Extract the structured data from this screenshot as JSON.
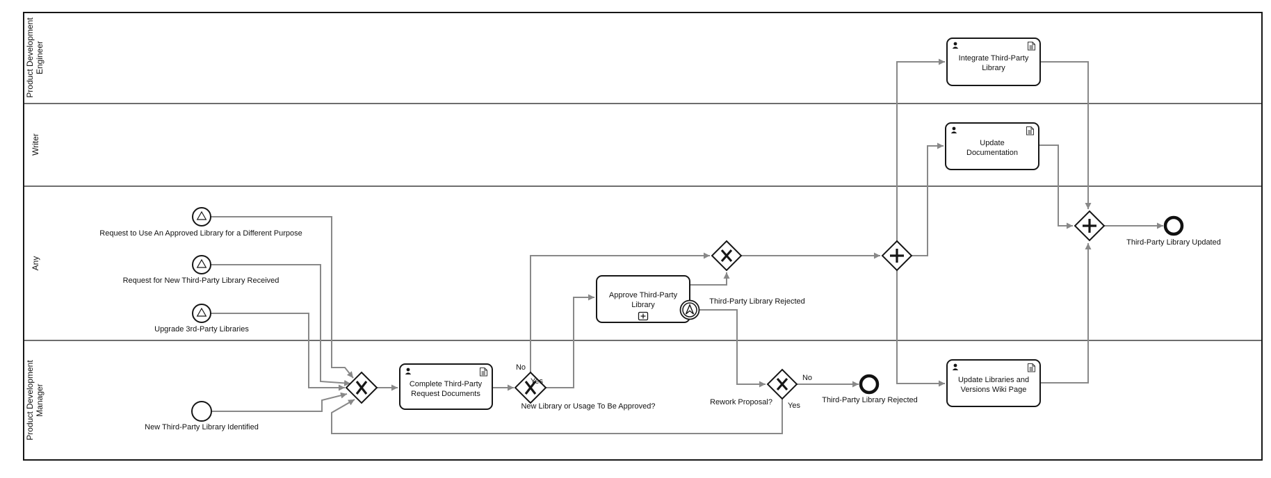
{
  "diagram_type": "BPMN swimlane process diagram",
  "colors": {
    "flow": "#888888",
    "shape_stroke": "#161616",
    "background": "#ffffff"
  },
  "lanes": [
    {
      "label": "Product Development Engineer",
      "line1": "Product Development",
      "line2": "Engineer"
    },
    {
      "label": "Writer",
      "line1": "Writer"
    },
    {
      "label": "Any",
      "line1": "Any"
    },
    {
      "label": "Product Development Manager",
      "line1": "Product Development",
      "line2": "Manager"
    }
  ],
  "start_events": [
    {
      "kind": "signal",
      "label": "Request to Use An Approved Library for a Different Purpose"
    },
    {
      "kind": "signal",
      "label": "Request for New Third-Party Library Received"
    },
    {
      "kind": "signal",
      "label": "Upgrade 3rd-Party Libraries"
    },
    {
      "kind": "none",
      "label": "New Third-Party Library Identified"
    }
  ],
  "tasks": [
    {
      "line1": "Complete Third-Party",
      "line2": "Request Documents"
    },
    {
      "line1": "Approve Third-Party",
      "line2": "Library"
    },
    {
      "line1": "Integrate Third-Party",
      "line2": "Library"
    },
    {
      "line1": "Update",
      "line2": "Documentation"
    },
    {
      "line1": "Update Libraries and",
      "line2": "Versions Wiki Page"
    }
  ],
  "gateways": {
    "approval_question": {
      "label": "New Library or Usage To Be Approved?",
      "no": "No",
      "yes": "Yes"
    },
    "rework_question": {
      "label": "Rework Proposal?",
      "no": "No",
      "yes": "Yes"
    }
  },
  "boundary_event": {
    "kind": "escalation",
    "label": "Third-Party Library Rejected"
  },
  "end_events": [
    {
      "label": "Third-Party Library Rejected"
    },
    {
      "label": "Third-Party Library Updated"
    }
  ]
}
